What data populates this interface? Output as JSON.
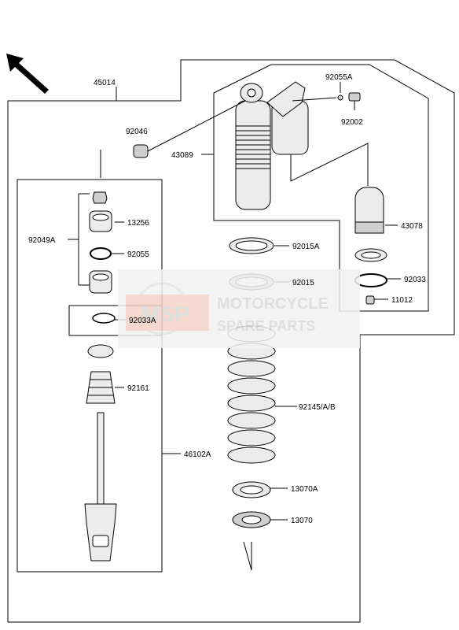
{
  "watermark": {
    "logo_text": "MSP",
    "line1": "MOTORCYCLE",
    "line2": "SPARE PARTS"
  },
  "parts": {
    "p45014": "45014",
    "p92055A": "92055A",
    "p92002": "92002",
    "p92046": "92046",
    "p43089": "43089",
    "p13256": "13256",
    "p92049A": "92049A",
    "p92055": "92055",
    "p43078": "43078",
    "p92015A": "92015A",
    "p92015": "92015",
    "p92033": "92033",
    "p11012": "11012",
    "p92033A": "92033A",
    "p92161": "92161",
    "p92145AB": "92145/A/B",
    "p46102A": "46102A",
    "p13070A": "13070A",
    "p13070": "13070"
  }
}
